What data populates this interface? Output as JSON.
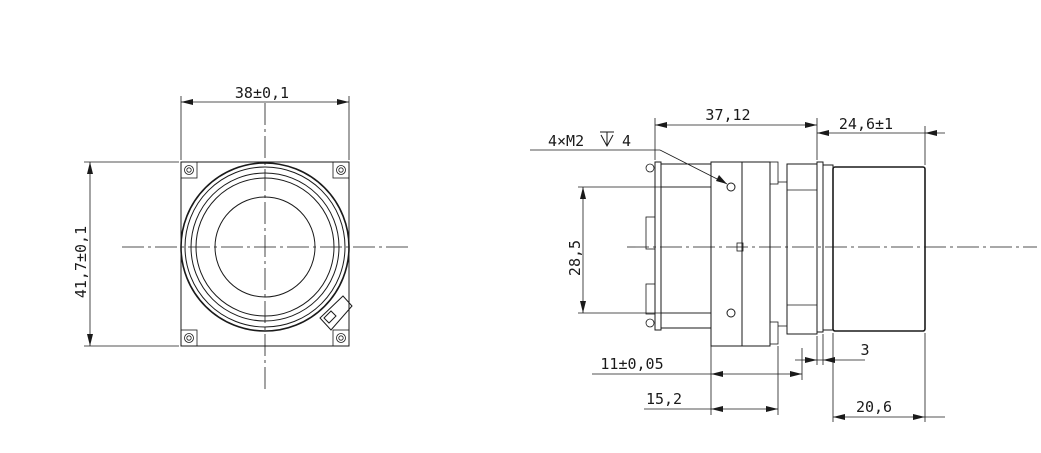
{
  "front_view": {
    "width_dim": "38±0,1",
    "height_dim": "41,7±0,1"
  },
  "side_view": {
    "thread_callout": "4×M2",
    "thread_depth": "4",
    "length_37": "37,12",
    "lens_length": "24,6±1",
    "height_28": "28,5",
    "offset_11": "11±0,05",
    "flange_3": "3",
    "offset_15": "15,2",
    "length_20": "20,6"
  },
  "colors": {
    "line": "#1a1a1a",
    "background": "#ffffff"
  }
}
